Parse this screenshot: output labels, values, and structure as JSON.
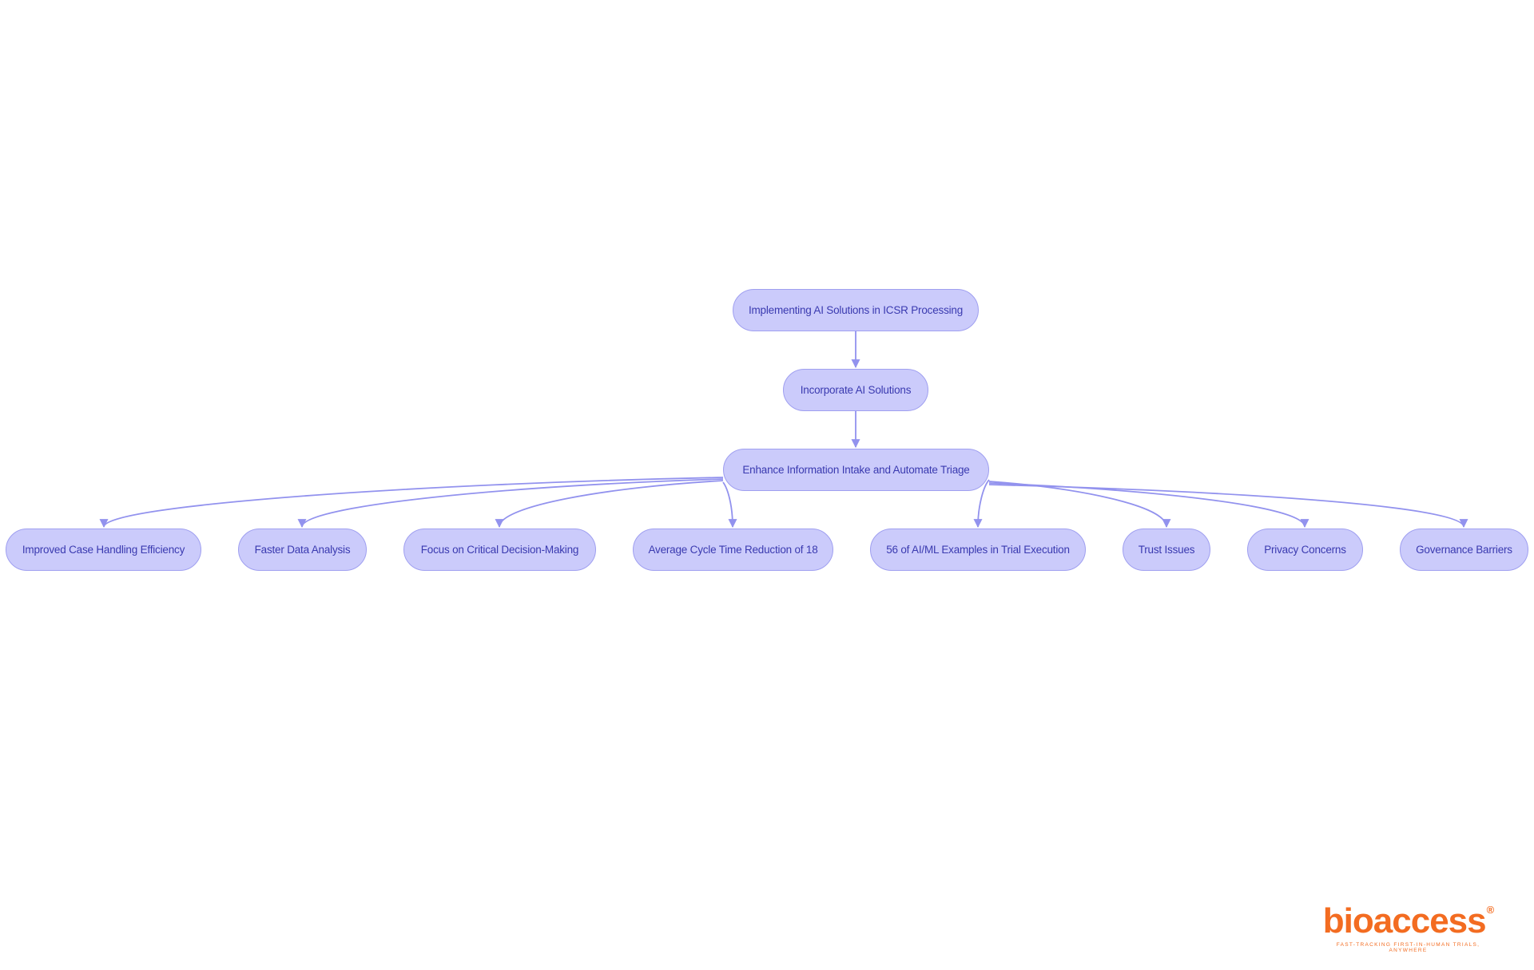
{
  "colors": {
    "node_fill": "#cbcbfb",
    "node_border": "#9f9ff0",
    "node_text": "#3a3ab0",
    "edge": "#9292ee",
    "brand": "#f36c21"
  },
  "diagram": {
    "root": {
      "label": "Implementing AI Solutions in ICSR Processing"
    },
    "step": {
      "label": "Incorporate AI Solutions"
    },
    "hub": {
      "label": "Enhance Information Intake and Automate Triage"
    },
    "outcomes": [
      {
        "label": "Improved Case Handling Efficiency"
      },
      {
        "label": "Faster Data Analysis"
      },
      {
        "label": "Focus on Critical Decision-Making"
      },
      {
        "label": "Average Cycle Time Reduction of 18"
      },
      {
        "label": "56 of AI/ML Examples in Trial Execution"
      },
      {
        "label": "Trust Issues"
      },
      {
        "label": "Privacy Concerns"
      },
      {
        "label": "Governance Barriers"
      }
    ]
  },
  "logo": {
    "name": "bioaccess",
    "registered_mark": "®",
    "tagline": "FAST-TRACKING FIRST-IN-HUMAN TRIALS, ANYWHERE"
  }
}
